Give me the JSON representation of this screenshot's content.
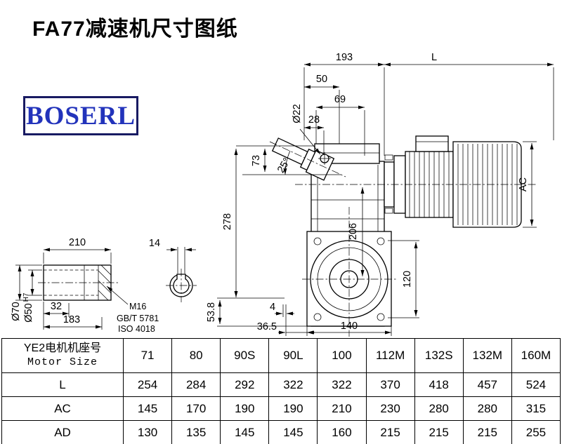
{
  "title": "FA77减速机尺寸图纸",
  "logo": {
    "text": "BOSERL"
  },
  "dims": {
    "d193": "193",
    "dL": "L",
    "d50": "50",
    "d69": "69",
    "d28": "28",
    "d22": "Ø22",
    "d73": "73",
    "d25": "25°",
    "d278": "278",
    "d206": "206",
    "dAC": "AC",
    "d120": "120",
    "d4": "4",
    "d36_5": "36.5",
    "d140": "140",
    "d210": "210",
    "d14": "14",
    "d70": "Ø70",
    "d50_base": "Ø50",
    "d50_sup": "H7",
    "d32": "32",
    "d183": "183",
    "m16": "M16",
    "gbt": "GB/T 5781",
    "iso": "ISO 4018",
    "d53_8": "53.8"
  },
  "table": {
    "motor_label_cn": "YE2电机机座号",
    "motor_label_en": "Motor Size",
    "sizes": [
      "71",
      "80",
      "90S",
      "90L",
      "100",
      "112M",
      "132S",
      "132M",
      "160M"
    ],
    "rows": [
      {
        "label": "L",
        "values": [
          "254",
          "284",
          "292",
          "322",
          "322",
          "370",
          "418",
          "457",
          "524"
        ]
      },
      {
        "label": "AC",
        "values": [
          "145",
          "170",
          "190",
          "190",
          "210",
          "230",
          "280",
          "280",
          "315"
        ]
      },
      {
        "label": "AD",
        "values": [
          "130",
          "135",
          "145",
          "145",
          "160",
          "215",
          "215",
          "215",
          "255"
        ]
      }
    ]
  }
}
